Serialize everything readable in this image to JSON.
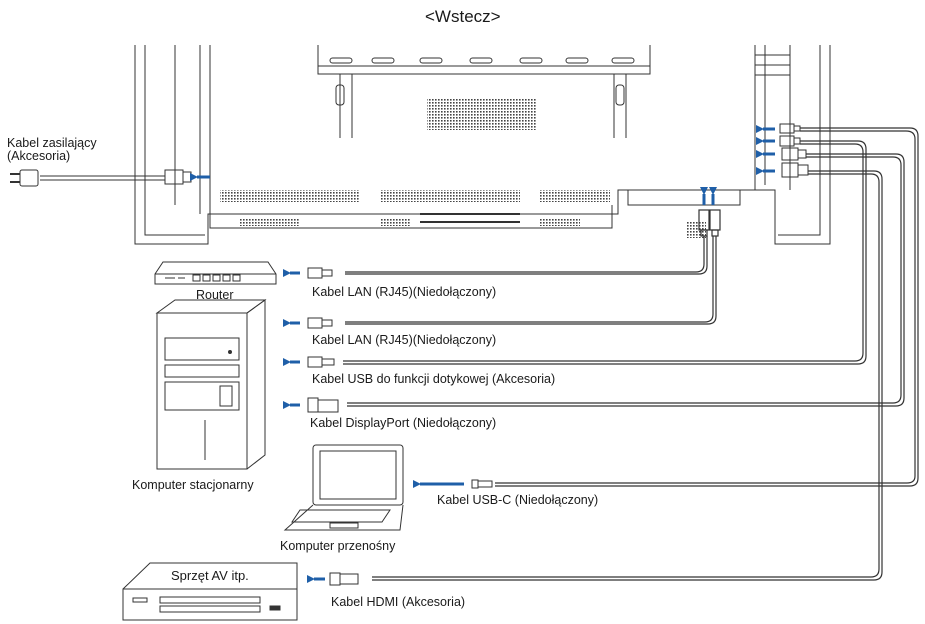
{
  "title": "<Wstecz>",
  "power_cable": {
    "line1": "Kabel zasilający",
    "line2": "(Akcesoria)"
  },
  "devices": {
    "router": "Router",
    "desktop": "Komputer stacjonarny",
    "laptop": "Komputer przenośny",
    "av": "Sprzęt AV itp."
  },
  "cables": [
    {
      "id": "lan-router",
      "label": "Kabel LAN (RJ45)(Niedołączony)"
    },
    {
      "id": "lan-pc",
      "label": "Kabel LAN (RJ45)(Niedołączony)"
    },
    {
      "id": "usb-touch",
      "label": "Kabel USB do funkcji dotykowej (Akcesoria)"
    },
    {
      "id": "displayport",
      "label": "Kabel DisplayPort  (Niedołączony)"
    },
    {
      "id": "usb-c",
      "label": "Kabel USB-C (Niedołączony)"
    },
    {
      "id": "hdmi",
      "label": "Kabel HDMI (Akcesoria)"
    }
  ],
  "colors": {
    "arrow": "#1f5fa8",
    "line": "#333333"
  }
}
